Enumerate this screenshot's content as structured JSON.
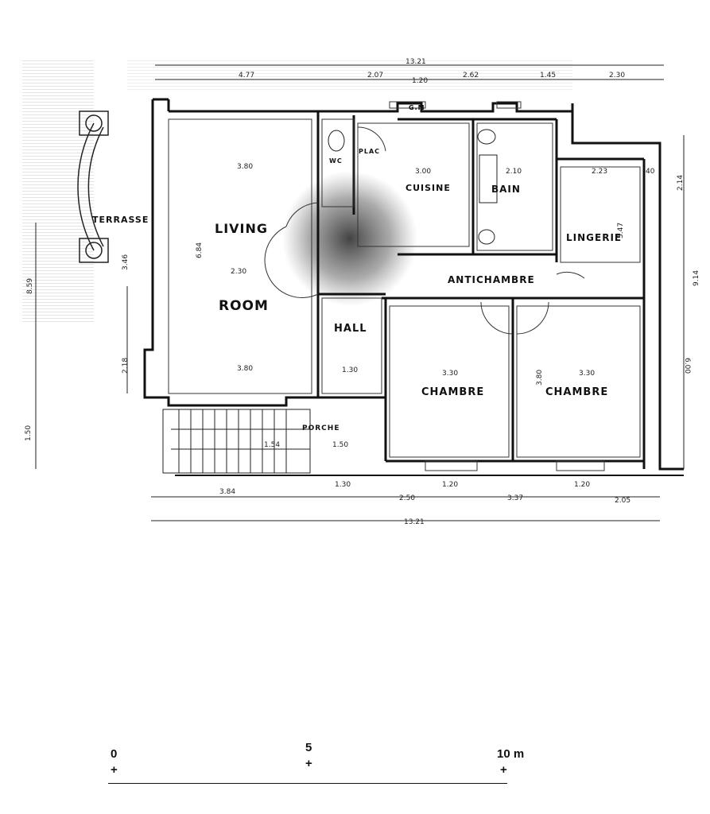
{
  "plan": {
    "rooms": {
      "living": "LIVING",
      "room": "ROOM",
      "terrasse": "TERRASSE",
      "cuisine": "CUISINE",
      "bain": "BAIN",
      "lingerie": "LINGERIE",
      "antichambre": "ANTICHAMBRE",
      "hall": "HALL",
      "chambre_1": "CHAMBRE",
      "chambre_2": "CHAMBRE",
      "wc": "WC",
      "plac": "PLAC",
      "porche": "PORCHE",
      "gm": "G.M"
    },
    "dimensions": {
      "top_total": "13.21",
      "bottom_total": "13.21",
      "top_1": "4.77",
      "top_2": "2.07",
      "top_3": "1.20",
      "top_4": "2.62",
      "top_5": "1.45",
      "top_6": "2.30",
      "living_width": "3.80",
      "living_width_2": "3.80",
      "living_depth": "6.84",
      "living_mid": "2.30",
      "cuisine_width": "3.00",
      "bain_width": "2.10",
      "lingerie_width": "2.23",
      "lingerie_depth": "3.47",
      "chambre_1_width": "3.30",
      "chambre_2_width": "3.30",
      "chambre_depth": "3.80",
      "bottom_1": "3.84",
      "bottom_2": "1.30",
      "bottom_3": "2.50",
      "bottom_4": "3.37",
      "bottom_5": "2.05",
      "bottom_win_1": "1.20",
      "bottom_win_2": "1.20",
      "right_1": "2.14",
      "right_2": "6.00",
      "right_3": "9.14",
      "left_1": "3.46",
      "left_2": "2.18",
      "left_3": "8.59",
      "left_4": "1.50",
      "porche_1": "1.54",
      "porche_2": "1.50",
      "hall_1": "1.30",
      "wall_40": "40"
    }
  },
  "scale": {
    "label_0": "0",
    "label_5": "5",
    "label_10": "10 m",
    "tick": "+"
  }
}
